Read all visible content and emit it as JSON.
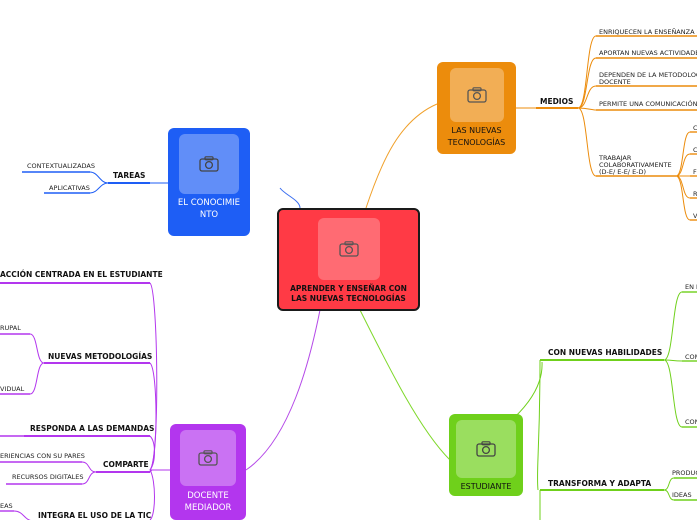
{
  "central": {
    "label": "APRENDER Y ENSEÑAR CON LAS NUEVAS TECNOLOGÍAS",
    "color": "#ff3a45"
  },
  "nodes": {
    "conocimiento": {
      "label": "EL CONOCIMIENTO",
      "color": "#1e5ef5"
    },
    "tecnologias": {
      "label": "LAS NUEVAS TECNOLOGÍAS",
      "color": "#ec8c0c"
    },
    "docente": {
      "label": "DOCENTE MEDIADOR",
      "color": "#b336ee"
    },
    "estudiante": {
      "label": "ESTUDIANTE",
      "color": "#6fd01b"
    }
  },
  "tareas": {
    "label": "TAREAS",
    "items": [
      "CONTEXTUALIZADAS",
      "APLICATIVAS"
    ]
  },
  "medios": {
    "label": "MEDIOS",
    "items": [
      "ENRIQUECEN LA ENSEÑANZA - APR",
      "APORTAN NUEVAS ACTIVIDADES",
      "DEPENDEN  DE LA METODOLOGÍA",
      "DOCENTE",
      "PERMITE UNA COMUNICACIÓN ACT",
      "TRABAJAR",
      "COLABORATIVAMENTE",
      "(D-E/ E-E/ E-D)"
    ],
    "sub": [
      "C",
      "C",
      "F",
      "R",
      "V"
    ]
  },
  "docente_branches": {
    "accion": "ACCIÓN CENTRADA EN EL ESTUDIANTE",
    "metodologias": "NUEVAS METODOLOGÍAS",
    "grupal": "RUPAL",
    "individual": "VIDUAL",
    "responda": "RESPONDA A LAS DEMANDAS",
    "comparte": "COMPARTE",
    "experiencias": "ERIENCIAS CON SU PARES",
    "recursos": "RECURSOS DIGITALES",
    "integra": "INTEGRA EL USO DE LA TIC",
    "eas": "EAS"
  },
  "estudiante_branches": {
    "habilidades": "CON NUEVAS HABILIDADES",
    "transforma": "TRANSFORMA Y ADAPTA",
    "en": "EN L",
    "com1": "COM",
    "con": "CON",
    "producto": "PRODUCT",
    "ideas": "IDEAS"
  }
}
